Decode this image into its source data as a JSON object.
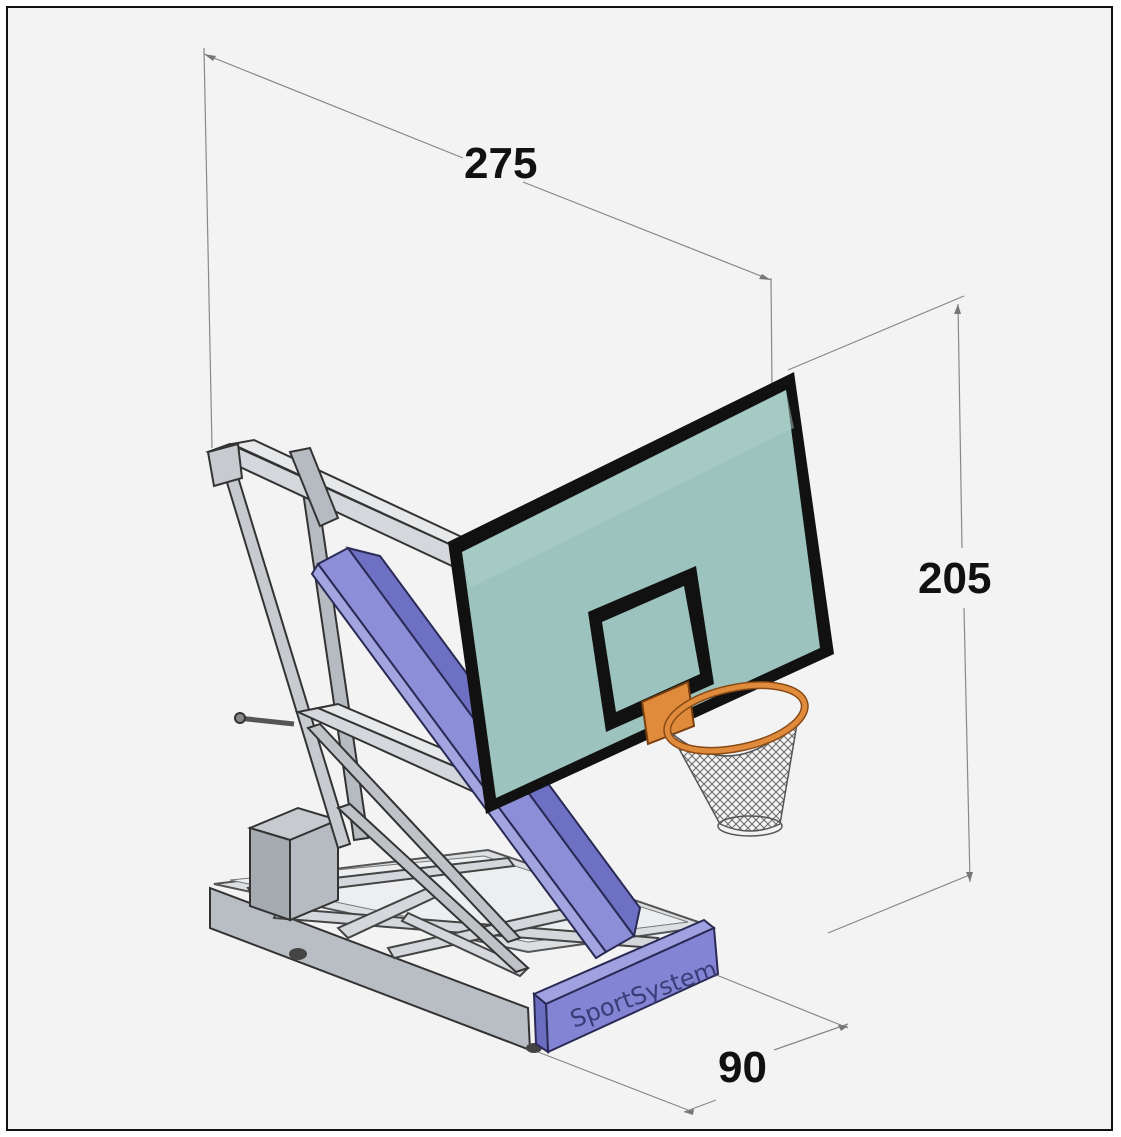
{
  "dimensions": {
    "length": "275",
    "height": "205",
    "width": "90"
  },
  "logo": "SportSystem",
  "colors": {
    "background": "#f3f3f3",
    "backboard": "#9cc3bd",
    "padding": "#7d7fcf",
    "frame_steel": "#c7cbd0",
    "rim": "#e08a3c"
  }
}
